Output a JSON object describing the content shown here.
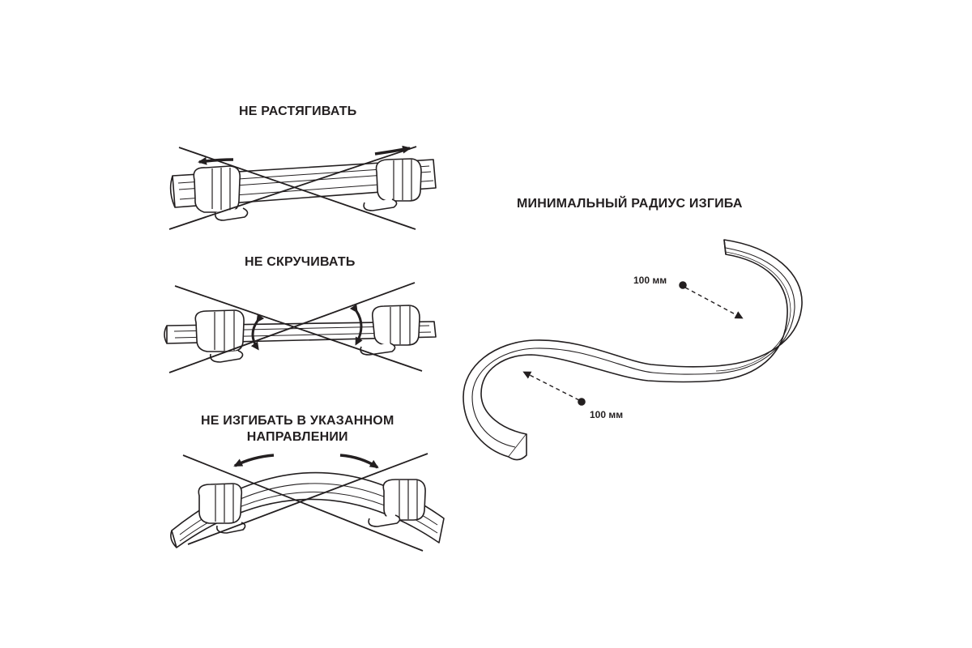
{
  "instructions": {
    "stretch": "НЕ РАСТЯГИВАТЬ",
    "twist": "НЕ СКРУЧИВАТЬ",
    "bend_line1": "НЕ ИЗГИБАТЬ В УКАЗАННОМ",
    "bend_line2": "НАПРАВЛЕНИИ"
  },
  "bend_radius": {
    "title": "МИНИМАЛЬНЫЙ РАДИУС ИЗГИБА",
    "upper_label": "100 мм",
    "lower_label": "100 мм"
  },
  "colors": {
    "ink": "#231f20",
    "paper": "#ffffff"
  }
}
